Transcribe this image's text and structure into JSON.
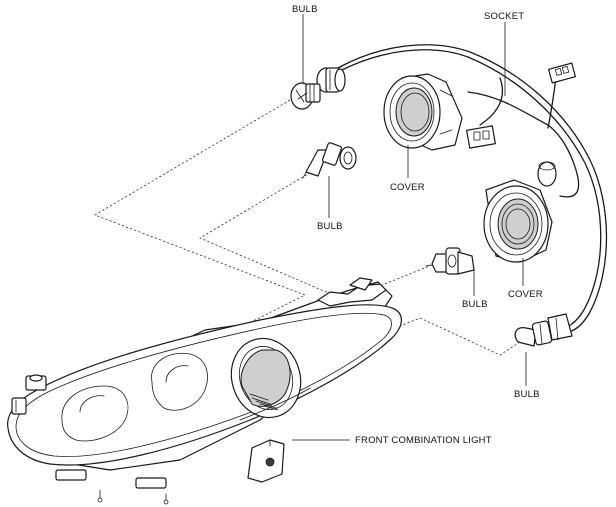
{
  "labels": {
    "bulb_top": "BULB",
    "socket": "SOCKET",
    "cover_upper": "COVER",
    "bulb_middle": "BULB",
    "cover_lower": "COVER",
    "bulb_right": "BULB",
    "bulb_bottom": "BULB",
    "front_combination_light": "FRONT COMBINATION LIGHT"
  }
}
